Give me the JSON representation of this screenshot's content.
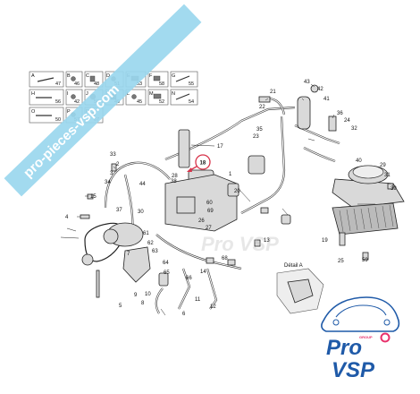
{
  "colors": {
    "brand_blue": "#1f5aa8",
    "brand_pink": "#e8306b",
    "watermark_band": "#9ad7ee",
    "highlight": "#d8334a"
  },
  "watermark": {
    "text": "pro-pieces-vsp.com"
  },
  "ghost_watermark": {
    "text": "Pro VSP"
  },
  "legend": {
    "cells": [
      {
        "letter": "A",
        "num": "47"
      },
      {
        "letter": "B",
        "num": "46"
      },
      {
        "letter": "C",
        "num": "48"
      },
      {
        "letter": "D",
        "num": "51"
      },
      {
        "letter": "E",
        "num": "53"
      },
      {
        "letter": "F",
        "num": "58"
      },
      {
        "letter": "G",
        "num": "55"
      },
      {
        "letter": "H",
        "num": "56"
      },
      {
        "letter": "I",
        "num": "42"
      },
      {
        "letter": "J",
        "num": "50"
      },
      {
        "letter": "K",
        "num": "49"
      },
      {
        "letter": "L",
        "num": "45"
      },
      {
        "letter": "M",
        "num": "52"
      },
      {
        "letter": "N",
        "num": "54"
      },
      {
        "letter": "O",
        "num": "50"
      },
      {
        "letter": "P",
        "num": "57"
      },
      {
        "letter": "R",
        "num": "67"
      }
    ]
  },
  "highlight_callout": "18",
  "detail_label": "Détail A",
  "part_labels": [
    "43",
    "42",
    "41",
    "21",
    "22",
    "23",
    "35",
    "36",
    "24",
    "32",
    "17",
    "38",
    "1",
    "20",
    "29",
    "34",
    "3",
    "40",
    "31",
    "33",
    "39",
    "2",
    "15",
    "44",
    "26",
    "27",
    "28",
    "69",
    "60",
    "7",
    "5",
    "4",
    "37",
    "30",
    "61",
    "62",
    "63",
    "64",
    "65",
    "66",
    "68",
    "10",
    "12",
    "13",
    "14",
    "19",
    "25",
    "9",
    "11",
    "8",
    "6",
    "59"
  ],
  "brand": {
    "pro": "Pro",
    "vsp": "VSP",
    "tag": "GROUP"
  }
}
